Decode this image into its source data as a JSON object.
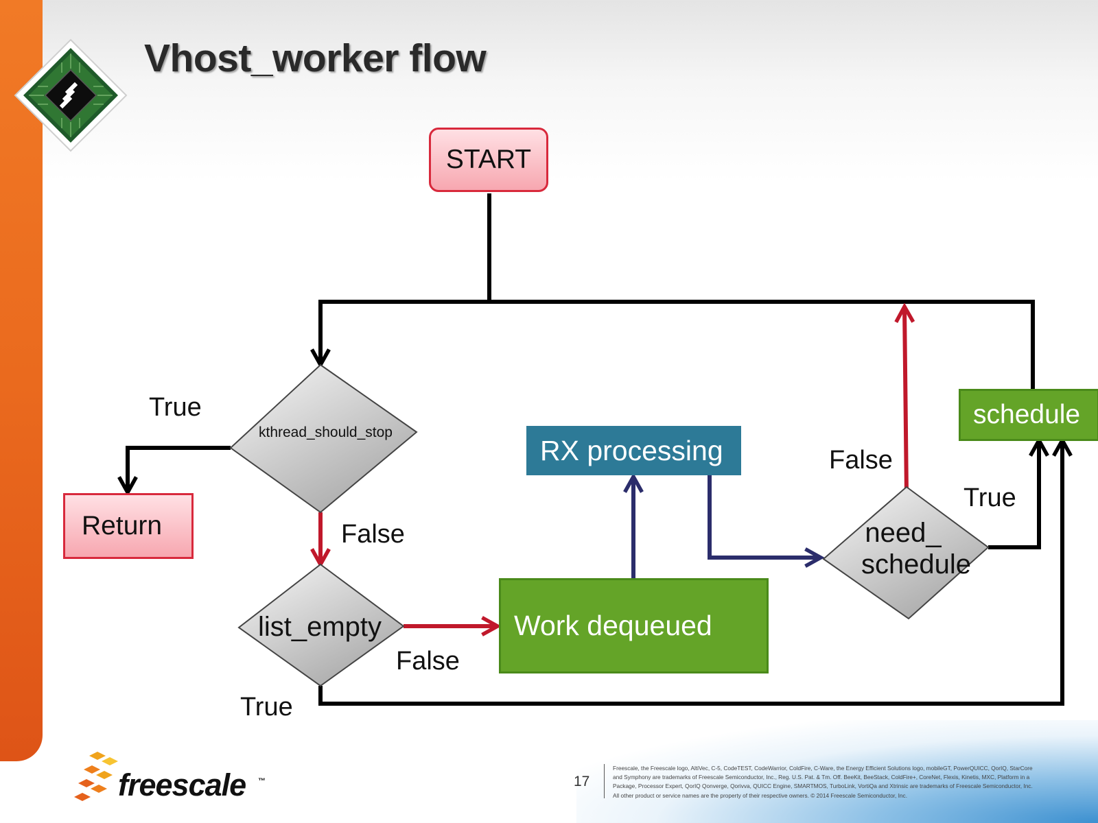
{
  "slide": {
    "title": "Vhost_worker flow",
    "page_number": "17",
    "legal_lines": [
      "Freescale, the Freescale logo, AltiVec, C-5, CodeTEST, CodeWarrior, ColdFire, C-Ware, the Energy Efficient Solutions logo, mobileGT, PowerQUICC, QorIQ, StarCore",
      "and Symphony are trademarks of Freescale Semiconductor, Inc., Reg. U.S. Pat. & Tm. Off. BeeKit, BeeStack, ColdFire+, CoreNet, Flexis, Kinetis, MXC, Platform in a",
      "Package, Processor Expert, QorIQ Qonverge, Qorivva, QUICC Engine, SMARTMOS, TurboLink, VortiQa and Xtrinsic are trademarks of Freescale Semiconductor, Inc.",
      "All other product or service names are the property of their respective owners. © 2014 Freescale Semiconductor, Inc."
    ]
  },
  "logo": {
    "wordmark": "freescale",
    "tm": "™"
  },
  "colors": {
    "orange_bar": "#ea6a1e",
    "start_fill": "#f7a7b0",
    "start_border": "#d8293c",
    "green": "#64a428",
    "teal": "#2d7a97",
    "red_arrow": "#c0182b",
    "navy_arrow": "#2b2d6b",
    "black_arrow": "#000000"
  },
  "diagram": {
    "nodes": {
      "start": "START",
      "return": "Return",
      "kthread": "kthread_should_stop",
      "list_empty": "list_empty",
      "work": "Work dequeued",
      "rx": "RX processing",
      "need_schedule_1": "need_",
      "need_schedule_2": "schedule",
      "schedule": "schedule"
    },
    "edge_labels": {
      "kthread_true": "True",
      "kthread_false": "False",
      "list_false": "False",
      "list_true": "True",
      "need_false": "False",
      "need_true": "True"
    }
  }
}
